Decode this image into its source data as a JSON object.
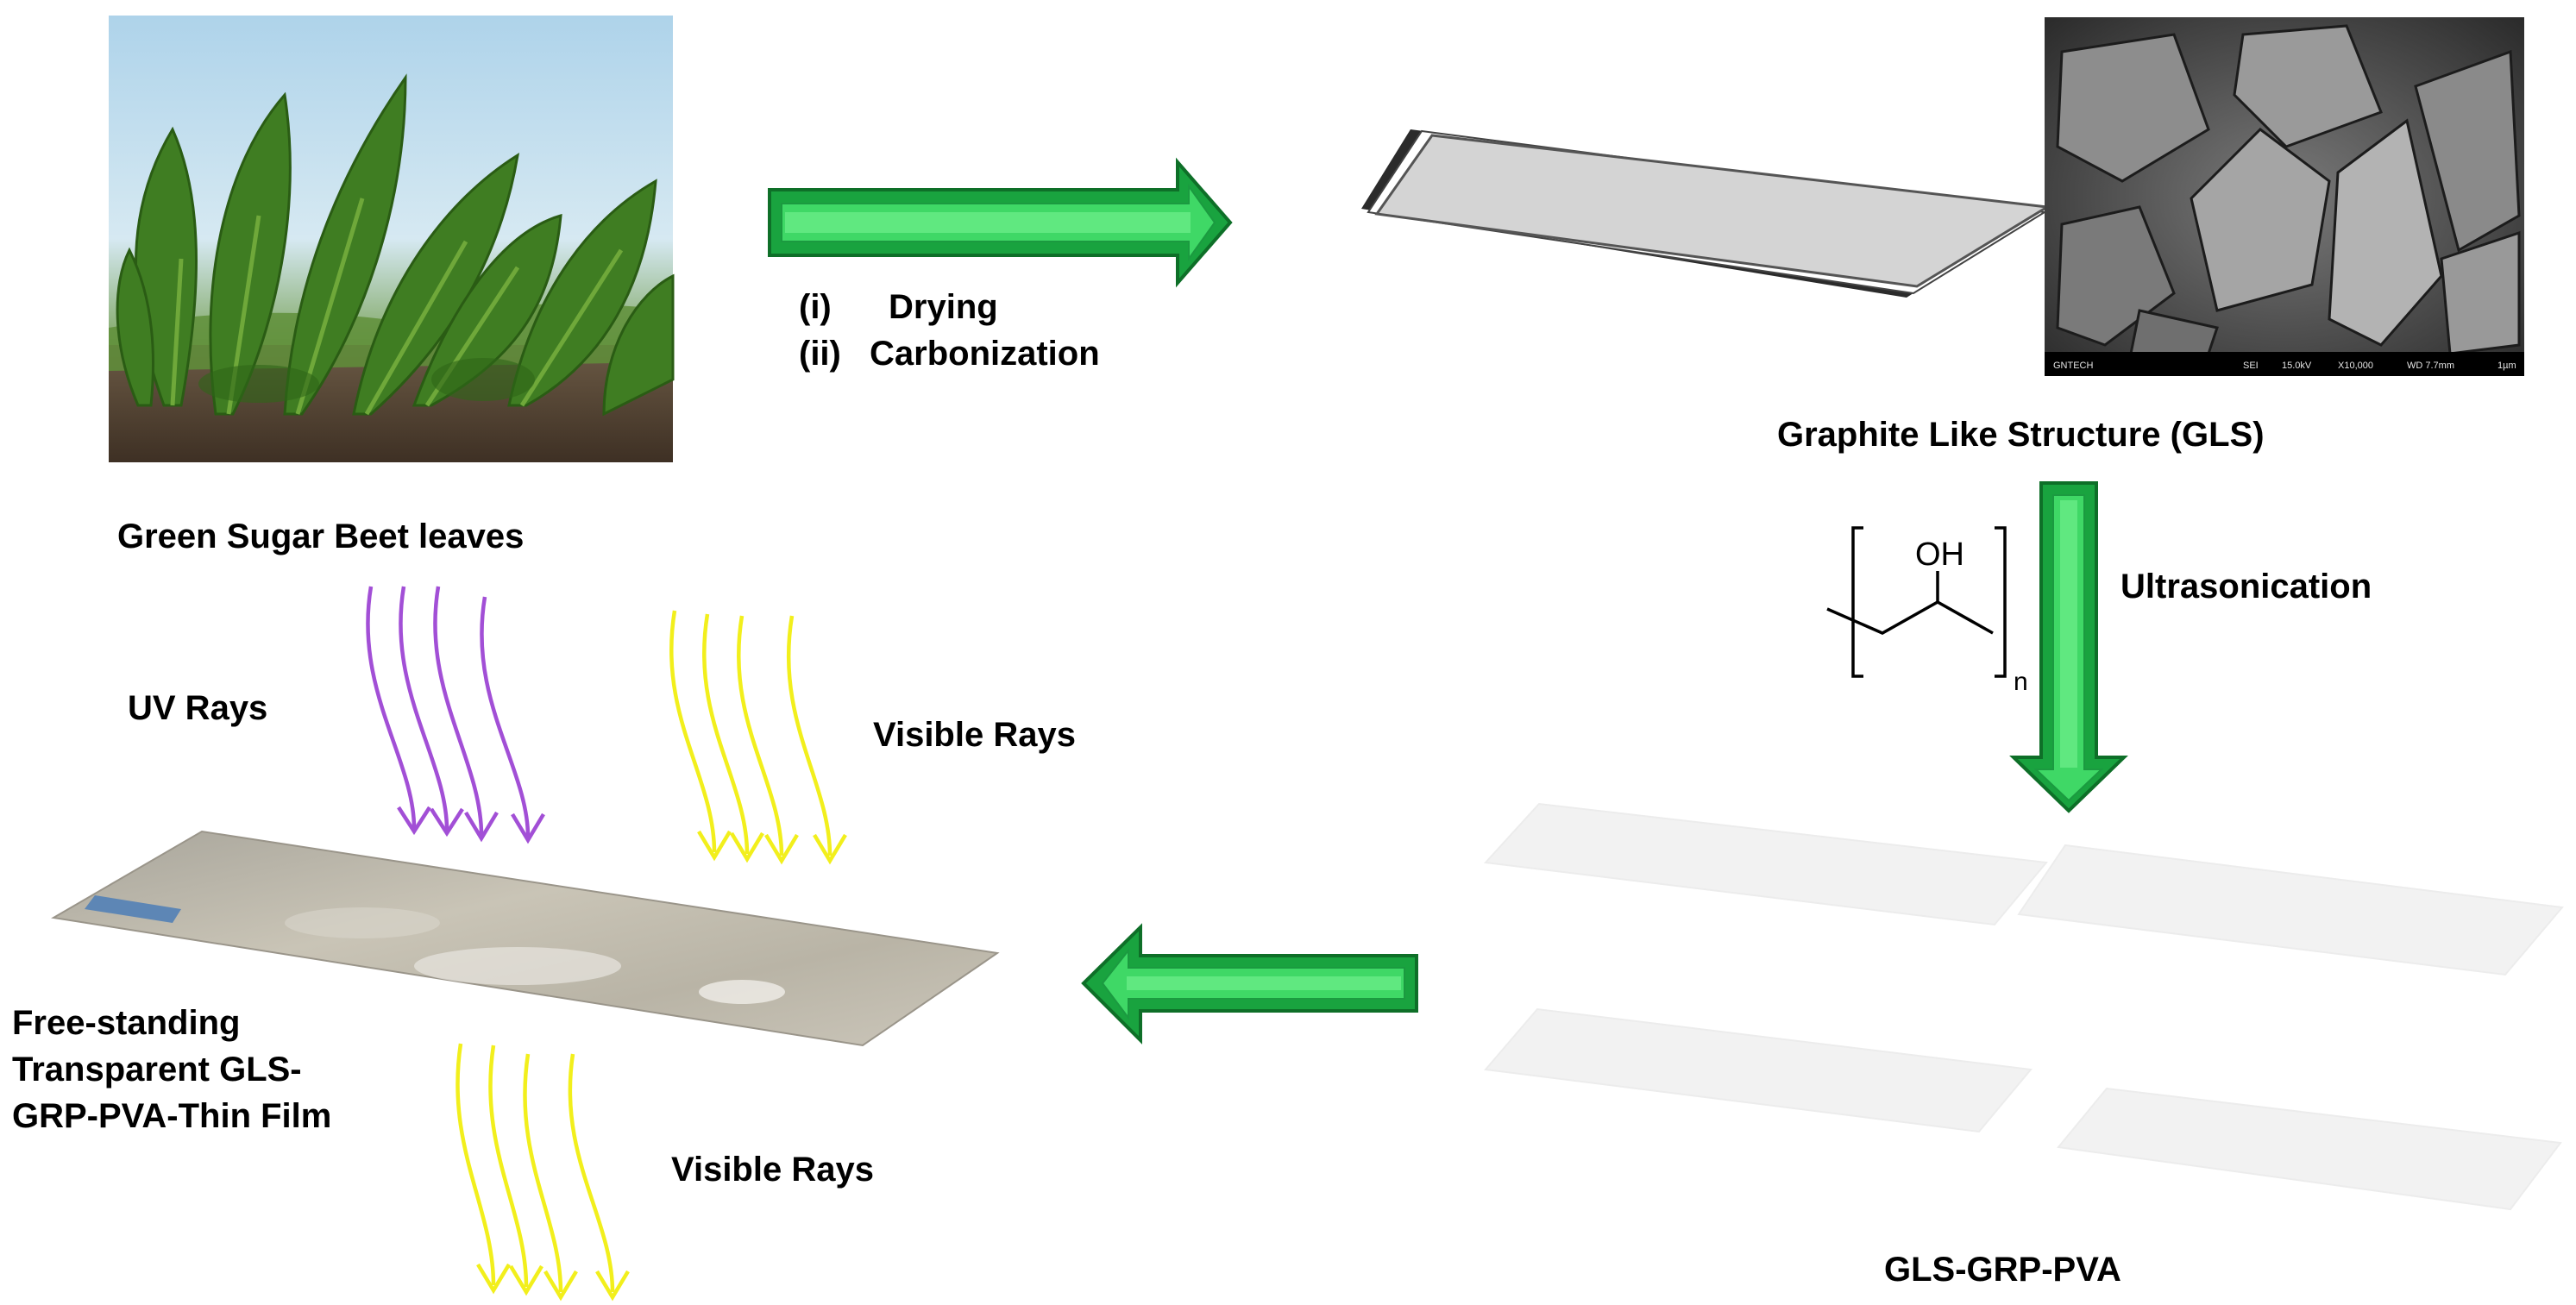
{
  "labels": {
    "leaves": "Green Sugar Beet leaves",
    "step_i_num": "(i)",
    "step_i": "Drying",
    "step_ii_num": "(ii)",
    "step_ii": "Carbonization",
    "gls": "Graphite Like Structure (GLS)",
    "ultrasonication": "Ultrasonication",
    "product": "GLS-GRP-PVA",
    "uv_rays": "UV Rays",
    "visible_rays_top": "Visible Rays",
    "visible_rays_bottom": "Visible Rays",
    "film_line1": "Free-standing",
    "film_line2": "Transparent GLS-",
    "film_line3": "GRP-PVA-Thin Film"
  },
  "pva_structure": {
    "group": "OH",
    "subscript": "n"
  },
  "sem": {
    "footer": [
      "GNTECH",
      "SEI",
      "15.0kV",
      "X10,000",
      "WD 7.7mm",
      "1µm"
    ]
  },
  "colors": {
    "arrow_green": "#1fb84a",
    "arrow_dark": "#0e7a2c",
    "uv_purple": "#a24fd6",
    "visible_yellow": "#f2ef1c"
  }
}
